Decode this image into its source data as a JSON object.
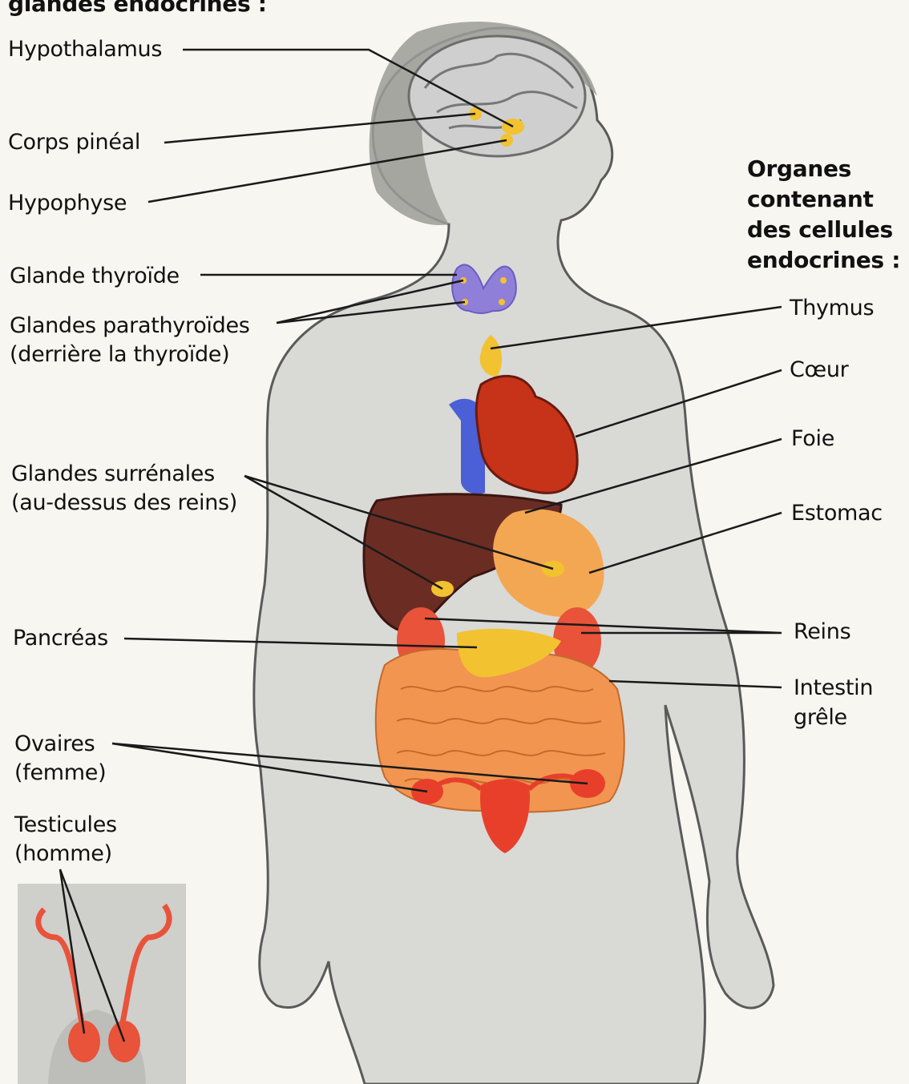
{
  "left_heading": "glandes endocrines :",
  "right_heading": "Organes contenant des cellules endocrines :",
  "colors": {
    "body": "#d9d9d6",
    "brain": "#cfcfcf",
    "gland_yellow": "#f2c230",
    "thyroid": "#8f7fd8",
    "heart": "#c63318",
    "vein": "#4b5fd6",
    "liver": "#6b2d23",
    "stomach": "#f4a752",
    "intestine": "#f29550",
    "kidney": "#e8533a",
    "ovary": "#e83f2b"
  },
  "left_labels": [
    {
      "id": "hypothalamus",
      "text": "Hypothalamus"
    },
    {
      "id": "pineal",
      "text": "Corps pinéal"
    },
    {
      "id": "hypophysis",
      "text": "Hypophyse"
    },
    {
      "id": "thyroid",
      "text": "Glande thyroïde"
    },
    {
      "id": "parathyroid",
      "line1": "Glandes parathyroïdes",
      "line2": "(derrière la thyroïde)"
    },
    {
      "id": "adrenal",
      "line1": "Glandes surrénales",
      "line2": "(au-dessus des reins)"
    },
    {
      "id": "pancreas",
      "text": "Pancréas"
    },
    {
      "id": "ovaries",
      "line1": "Ovaires",
      "line2": "(femme)"
    },
    {
      "id": "testes",
      "line1": "Testicules",
      "line2": "(homme)"
    }
  ],
  "right_labels": [
    {
      "id": "thymus",
      "text": "Thymus"
    },
    {
      "id": "heart",
      "text": "Cœur"
    },
    {
      "id": "liver",
      "text": "Foie"
    },
    {
      "id": "stomach",
      "text": "Estomac"
    },
    {
      "id": "kidneys",
      "text": "Reins"
    },
    {
      "id": "small_intestine",
      "line1": "Intestin",
      "line2": "grêle"
    }
  ]
}
